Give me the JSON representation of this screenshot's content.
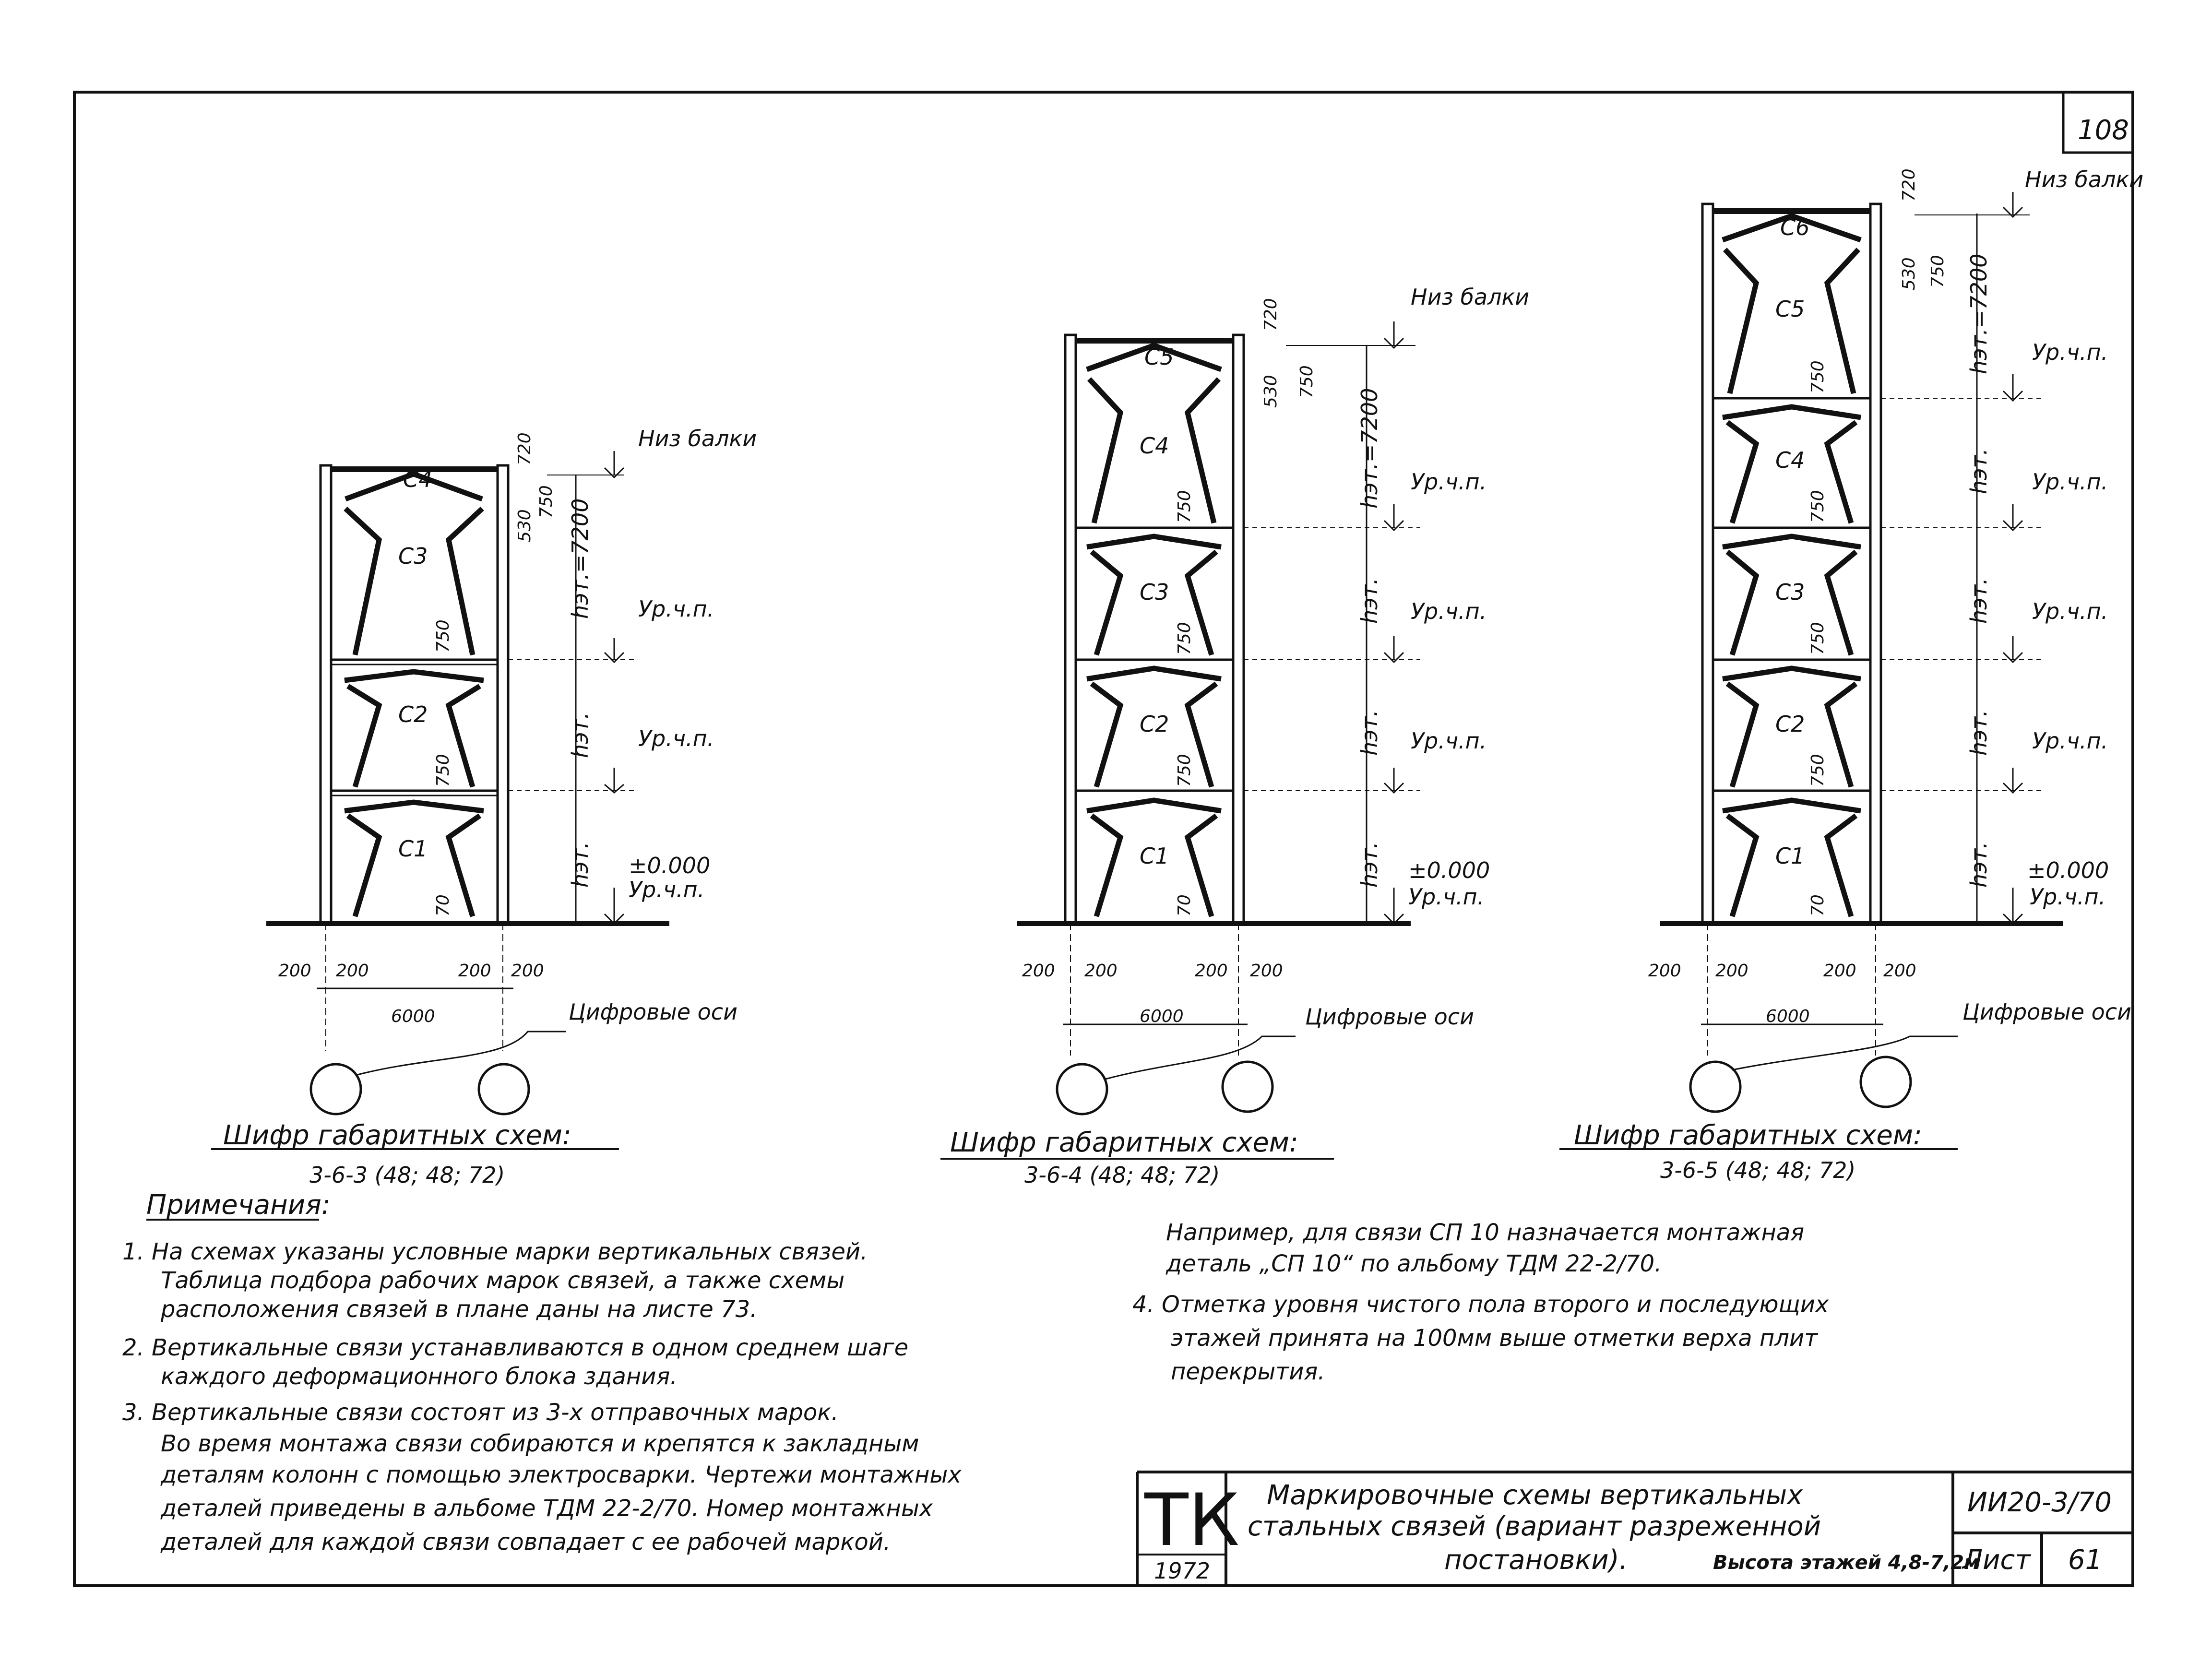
{
  "sheet_number": "108",
  "schemes": [
    {
      "code_heading": "Шифр габаритных схем:",
      "code": "3-6-3 (48; 48; 72)",
      "braces": [
        "С1",
        "С2",
        "С3",
        "С4"
      ],
      "levels": [
        "Низ балки",
        "Ур.ч.п.",
        "Ур.ч.п.",
        "±0.000",
        "Ур.ч.п."
      ],
      "floor_height_top": "hэт.=7200",
      "floor_height": "hэт.",
      "dims": {
        "d720": "720",
        "d530": "530",
        "d750": "750",
        "d70": "70",
        "d200": "200",
        "d6000": "6000"
      },
      "axes_label": "Цифровые оси"
    },
    {
      "code_heading": "Шифр габаритных схем:",
      "code": "3-6-4 (48; 48; 72)",
      "braces": [
        "С1",
        "С2",
        "С3",
        "С4",
        "С5"
      ],
      "levels": [
        "Низ балки",
        "Ур.ч.п.",
        "Ур.ч.п.",
        "Ур.ч.п.",
        "±0.000",
        "Ур.ч.п."
      ],
      "floor_height_top": "hэт.=7200",
      "floor_height": "hэт.",
      "dims": {
        "d720": "720",
        "d530": "530",
        "d750": "750",
        "d70": "70",
        "d200": "200",
        "d6000": "6000"
      },
      "axes_label": "Цифровые оси"
    },
    {
      "code_heading": "Шифр габаритных схем:",
      "code": "3-6-5 (48; 48; 72)",
      "braces": [
        "С1",
        "С2",
        "С3",
        "С4",
        "С5",
        "С6"
      ],
      "levels": [
        "Низ балки",
        "Ур.ч.п.",
        "Ур.ч.п.",
        "Ур.ч.п.",
        "Ур.ч.п.",
        "±0.000",
        "Ур.ч.п."
      ],
      "floor_height_top": "hэт.=7200",
      "floor_height": "hэт.",
      "dims": {
        "d720": "720",
        "d530": "530",
        "d750": "750",
        "d70": "70",
        "d200": "200",
        "d6000": "6000"
      },
      "axes_label": "Цифровые оси"
    }
  ],
  "notes": {
    "heading": "Примечания:",
    "n1": [
      "1.  На схемах указаны условные марки вертикальных связей.",
      "Таблица подбора рабочих марок связей, а также схемы",
      "расположения связей в плане даны на листе  73."
    ],
    "n2": [
      "2.  Вертикальные связи устанавливаются в одном среднем шаге",
      "каждого деформационного блока здания."
    ],
    "n3": [
      "3.  Вертикальные связи состоят из 3-х отправочных марок.",
      "Во время монтажа связи собираются и крепятся к закладным",
      "деталям колонн с помощью электросварки. Чертежи монтажных",
      "деталей приведены в альбоме ТДМ 22-2/70. Номер монтажных",
      "деталей для каждой связи совпадает с ее рабочей маркой."
    ],
    "n3_cont": [
      "Например, для связи СП 10  назначается монтажная",
      "деталь „СП 10“  по альбому ТДМ 22-2/70."
    ],
    "n4": [
      "4.  Отметка уровня чистого пола второго и последующих",
      "этажей принята на 100мм выше отметки верха плит",
      "перекрытия."
    ]
  },
  "title_block": {
    "logo": "ТК",
    "year": "1972",
    "title_lines": [
      "Маркировочные схемы вертикальных",
      "стальных связей (вариант разреженной",
      "постановки)."
    ],
    "title_suffix": "Высота этажей 4,8-7,2м",
    "album": "ИИ20-3/70",
    "sheet_label": "Лист",
    "sheet_no": "61"
  }
}
